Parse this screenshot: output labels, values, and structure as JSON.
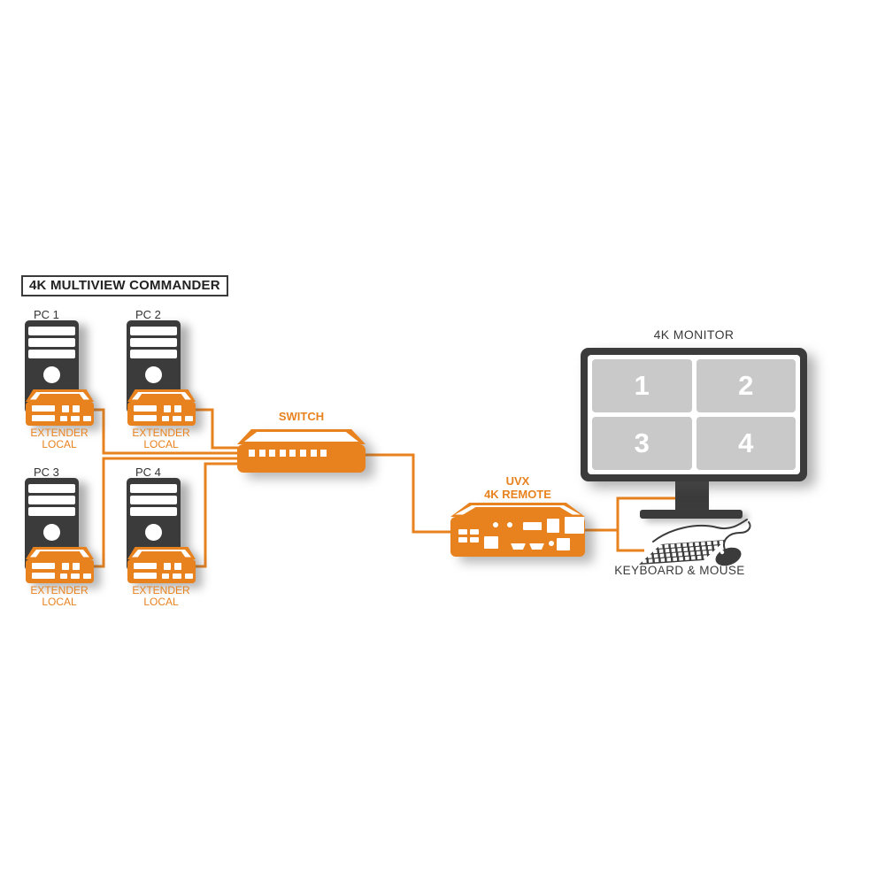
{
  "diagram": {
    "title": "4K MULTIVIEW COMMANDER",
    "computers": [
      {
        "label": "PC 1",
        "extender_line1": "EXTENDER",
        "extender_line2": "LOCAL"
      },
      {
        "label": "PC 2",
        "extender_line1": "EXTENDER",
        "extender_line2": "LOCAL"
      },
      {
        "label": "PC 3",
        "extender_line1": "EXTENDER",
        "extender_line2": "LOCAL"
      },
      {
        "label": "PC 4",
        "extender_line1": "EXTENDER",
        "extender_line2": "LOCAL"
      }
    ],
    "network_switch": {
      "label": "SWITCH",
      "port_count": 8
    },
    "receiver": {
      "label_line1": "UVX",
      "label_line2": "4K REMOTE"
    },
    "monitor": {
      "label": "4K MONITOR",
      "quadrants": [
        "1",
        "2",
        "3",
        "4"
      ]
    },
    "peripherals": {
      "label": "KEYBOARD & MOUSE"
    },
    "colors": {
      "accent_orange": "#E8821E",
      "device_dark": "#3B3B3B",
      "screen_gray": "#C9C9C9",
      "background": "#FFFFFF"
    }
  }
}
